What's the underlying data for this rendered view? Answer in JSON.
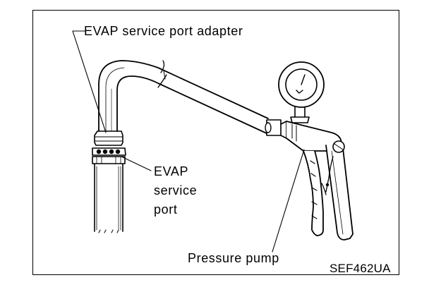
{
  "labels": {
    "adapter": "EVAP service port adapter",
    "port_line1": "EVAP",
    "port_line2": "service",
    "port_line3": "port",
    "pump": "Pressure pump",
    "code": "SEF462UA"
  },
  "colors": {
    "ink": "#000000",
    "paper": "#ffffff",
    "shade": "#222222"
  }
}
